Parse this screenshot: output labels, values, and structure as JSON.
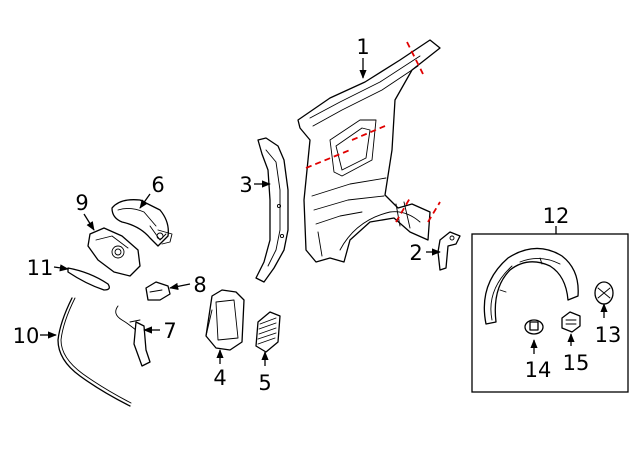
{
  "diagram": {
    "callouts": {
      "c1": "1",
      "c2": "2",
      "c3": "3",
      "c4": "4",
      "c5": "5",
      "c6": "6",
      "c7": "7",
      "c8": "8",
      "c9": "9",
      "c10": "10",
      "c11": "11",
      "c12": "12",
      "c13": "13",
      "c14": "14",
      "c15": "15"
    },
    "colors": {
      "line": "#000000",
      "cut_line": "#e00000",
      "background": "#ffffff"
    }
  }
}
